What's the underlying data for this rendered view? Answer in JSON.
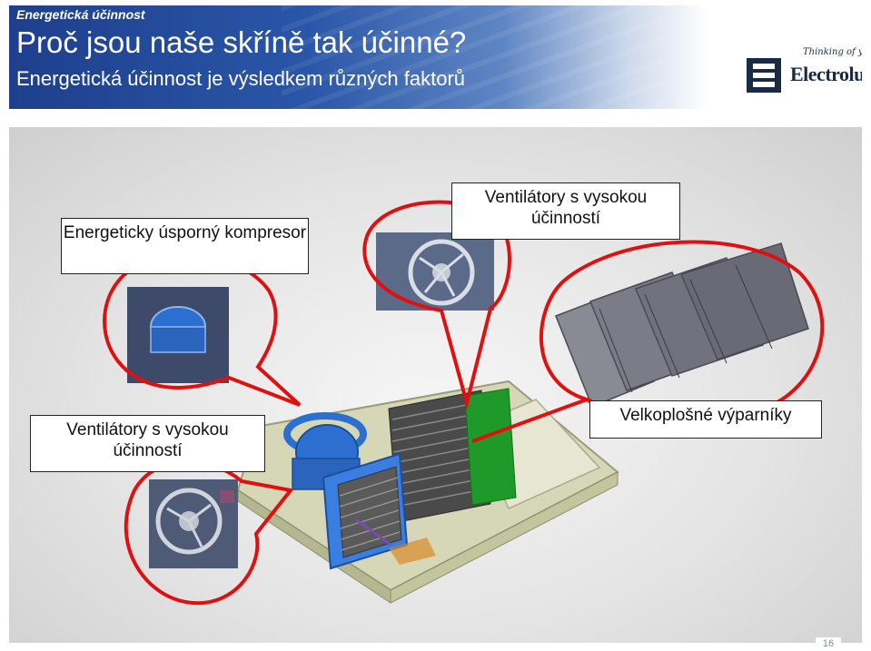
{
  "header": {
    "section_tag": "Energetická účinnost",
    "title": "Proč jsou naše skříně tak účinné?",
    "subtitle": "Energetická účinnost je výsledkem různých faktorů"
  },
  "logo": {
    "tagline": "Thinking of you",
    "brand": "Electrolux"
  },
  "callouts": {
    "compressor": "Energeticky úsporný kompresor",
    "fans_top": "Ventilátory s vysokou účinností",
    "fans_left": "Ventilátory s vysokou účinností",
    "evaporators": "Velkoplošné výparníky"
  },
  "colors": {
    "callout_outline": "#e01010",
    "header_blue": "#1e3f8c",
    "part_blue": "#2d6fd0",
    "coil_green": "#1f9a2a"
  },
  "footer": {
    "page_number": "16"
  }
}
